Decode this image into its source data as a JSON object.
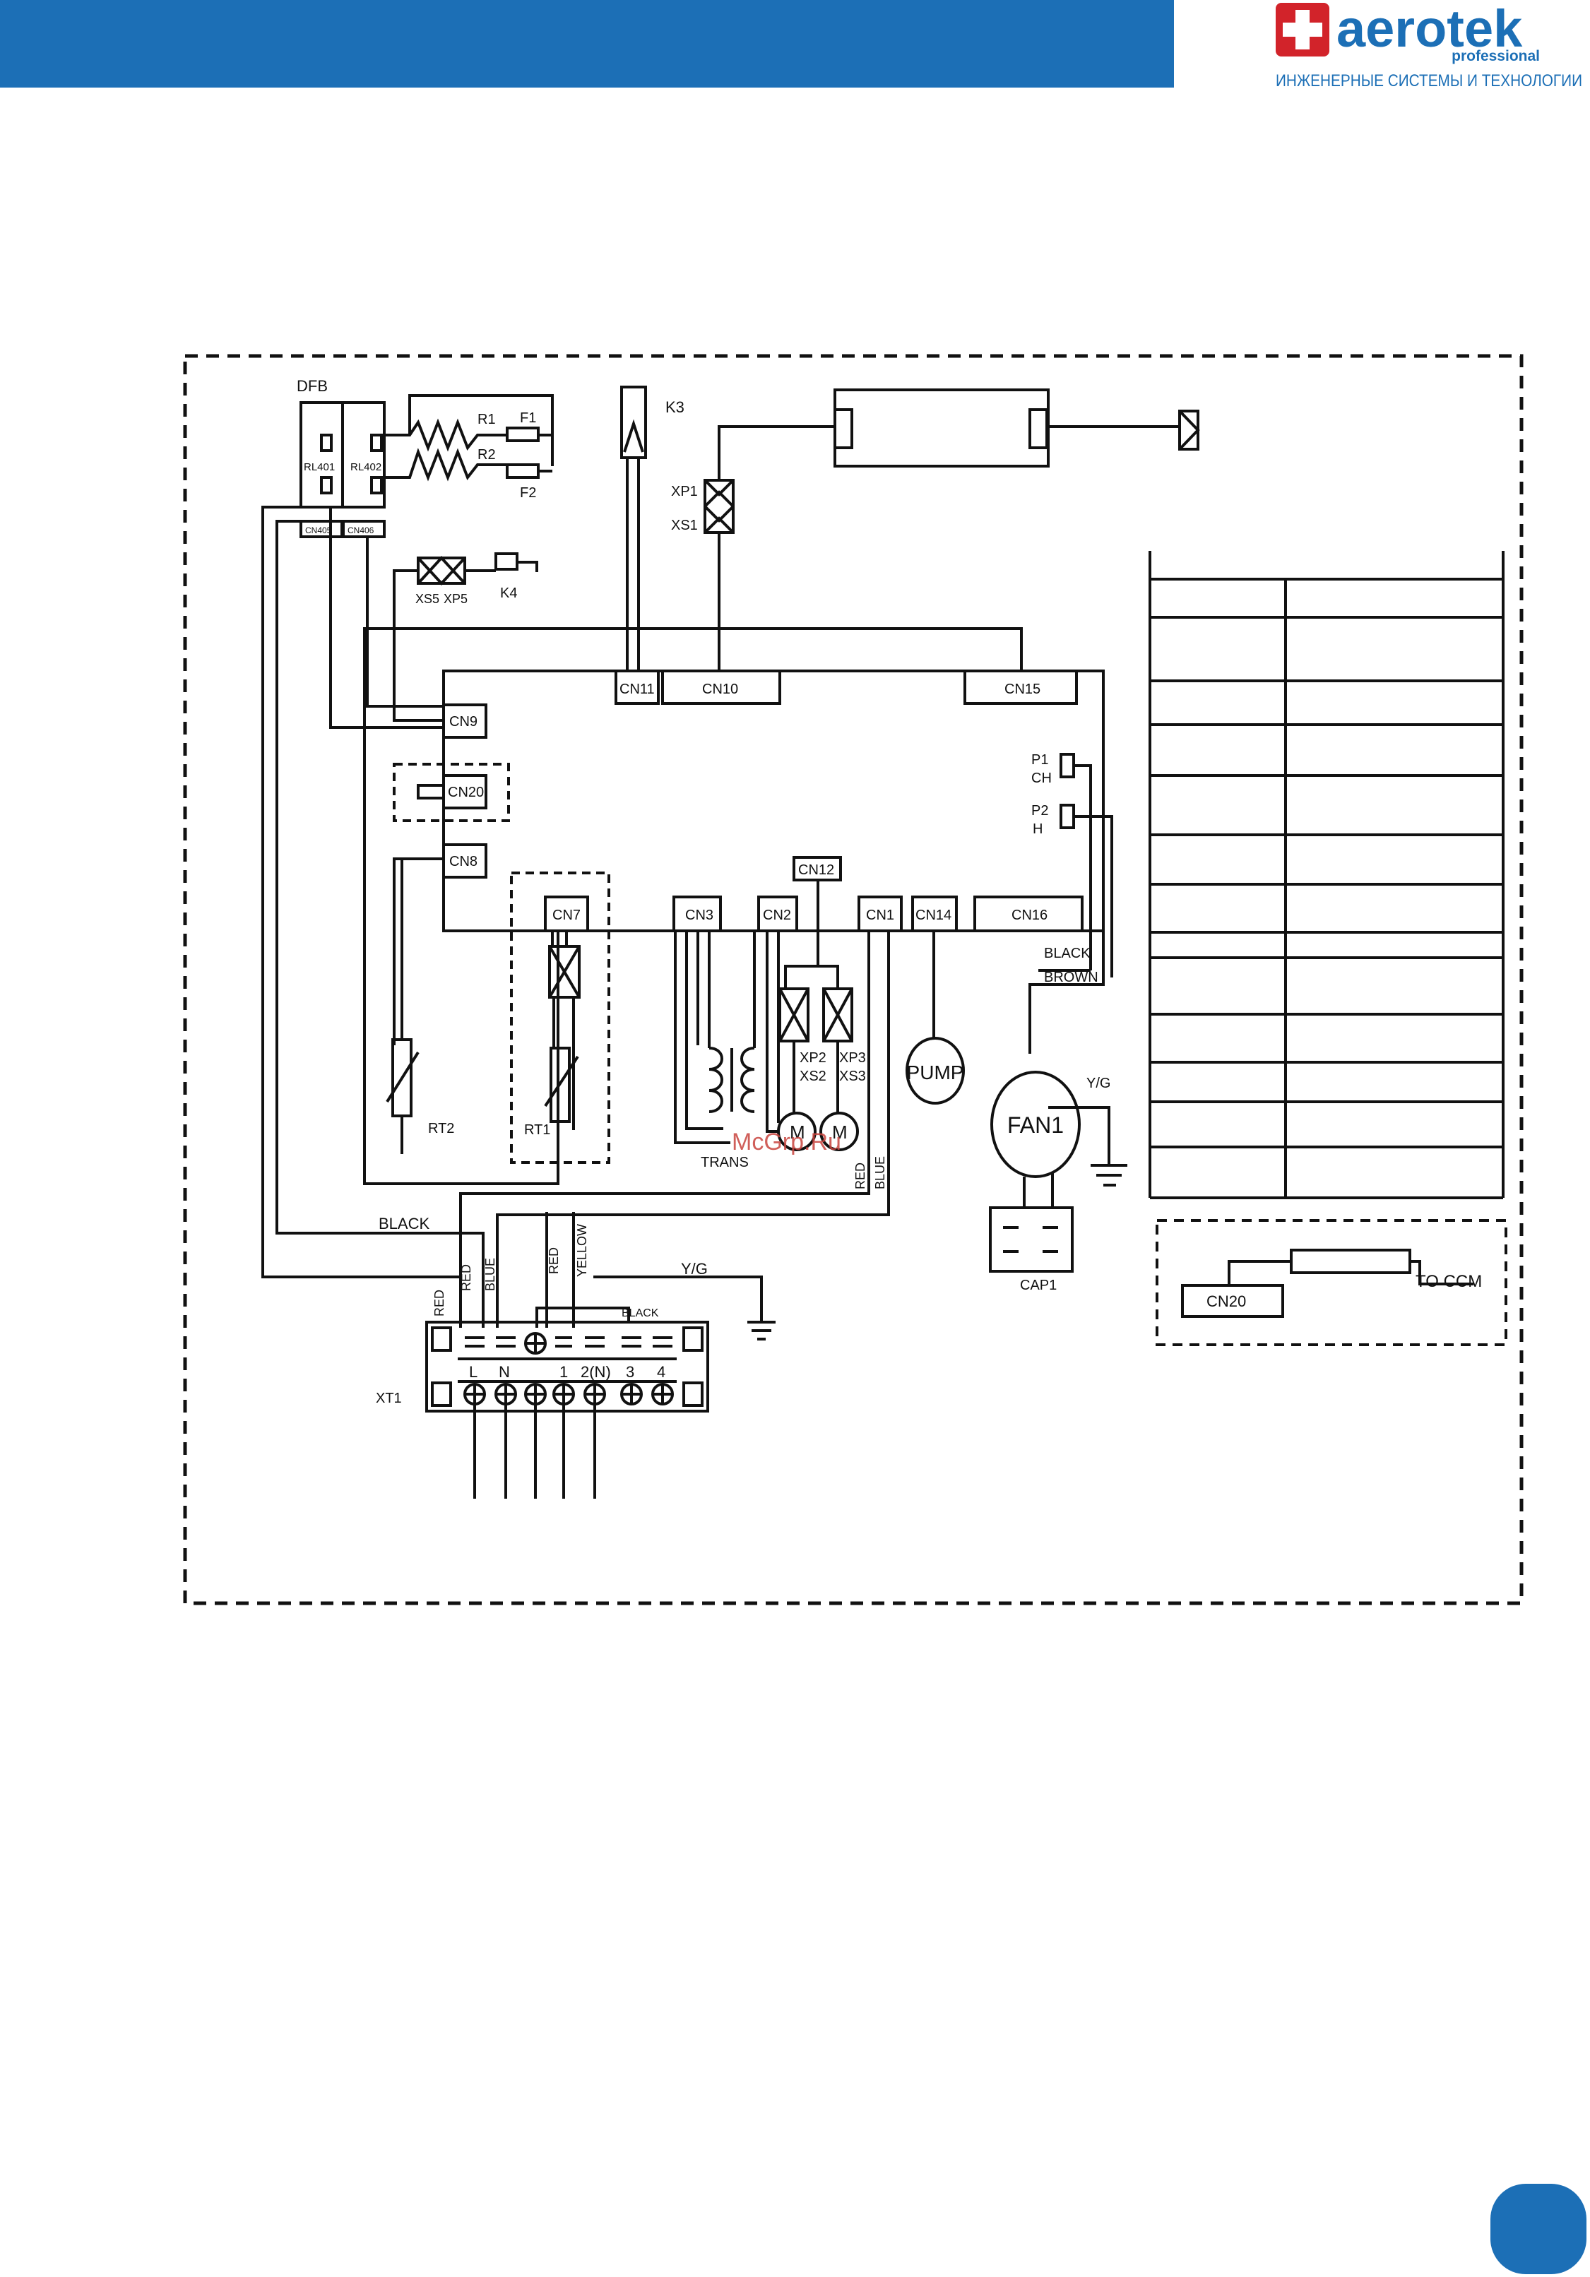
{
  "brand": {
    "name": "aerotek",
    "sub": "professional",
    "tagline": "ИНЖЕНЕРНЫЕ СИСТЕМЫ И ТЕХНОЛОГИИ",
    "blue": "#1c6fb6",
    "red": "#d2232a"
  },
  "watermark": "McGrp.Ru",
  "components": {
    "dfb": "DFB",
    "rl401": "RL401",
    "rl402": "RL402",
    "cn405": "CN405",
    "cn406": "CN406",
    "r1": "R1",
    "r2": "R2",
    "f1": "F1",
    "f2": "F2",
    "k3": "K3",
    "k4": "K4",
    "xs5": "XS5",
    "xp5": "XP5",
    "xp1": "XP1",
    "xs1": "XS1",
    "cn11": "CN11",
    "cn10": "CN10",
    "cn15": "CN15",
    "cn9": "CN9",
    "cn20": "CN20",
    "cn8": "CN8",
    "cn7": "CN7",
    "cn3": "CN3",
    "cn2": "CN2",
    "cn12": "CN12",
    "cn1": "CN1",
    "cn14": "CN14",
    "cn16": "CN16",
    "p1": "P1",
    "ch": "CH",
    "p2": "P2",
    "h": "H",
    "black": "BLACK",
    "brown": "BROWN",
    "xp2": "XP2",
    "xs2": "XS2",
    "xp3": "XP3",
    "xs3": "XS3",
    "m": "M",
    "pump": "PUMP",
    "fan1": "FAN1",
    "yg": "Y/G",
    "cap1": "CAP1",
    "trans": "TRANS",
    "rt1": "RT1",
    "rt2": "RT2",
    "red": "RED",
    "blue": "BLUE",
    "yellow": "YELLOW",
    "xt1": "XT1",
    "term_l": "L",
    "term_n": "N",
    "term_1": "1",
    "term_2": "2(N)",
    "term_3": "3",
    "term_4": "4",
    "inset_cn20": "CN20",
    "to_ccm": "TO CCM"
  }
}
